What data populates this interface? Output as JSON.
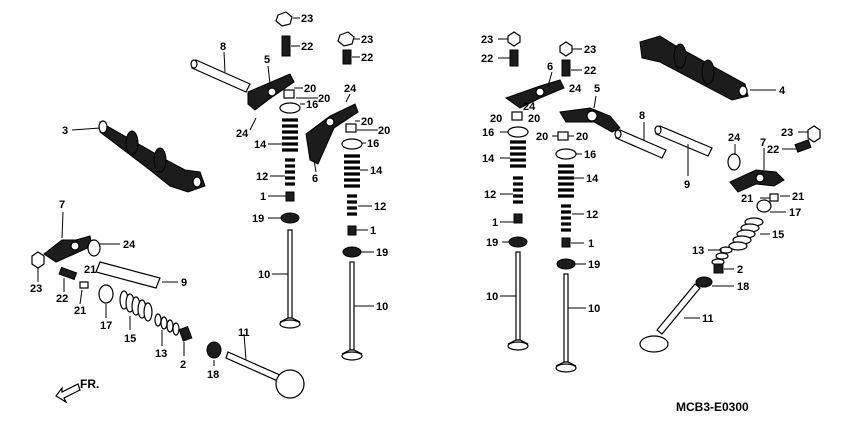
{
  "diagram_code": "MCB3-E0300",
  "direction_label": "FR.",
  "callouts": {
    "c1": "1",
    "c2": "2",
    "c3": "3",
    "c4": "4",
    "c5": "5",
    "c6": "6",
    "c7": "7",
    "c8": "8",
    "c9": "9",
    "c10": "10",
    "c11": "11",
    "c12": "12",
    "c13": "13",
    "c14": "14",
    "c15": "15",
    "c16": "16",
    "c17": "17",
    "c18": "18",
    "c19": "19",
    "c20": "20",
    "c21": "21",
    "c22": "22",
    "c23": "23",
    "c24": "24"
  }
}
